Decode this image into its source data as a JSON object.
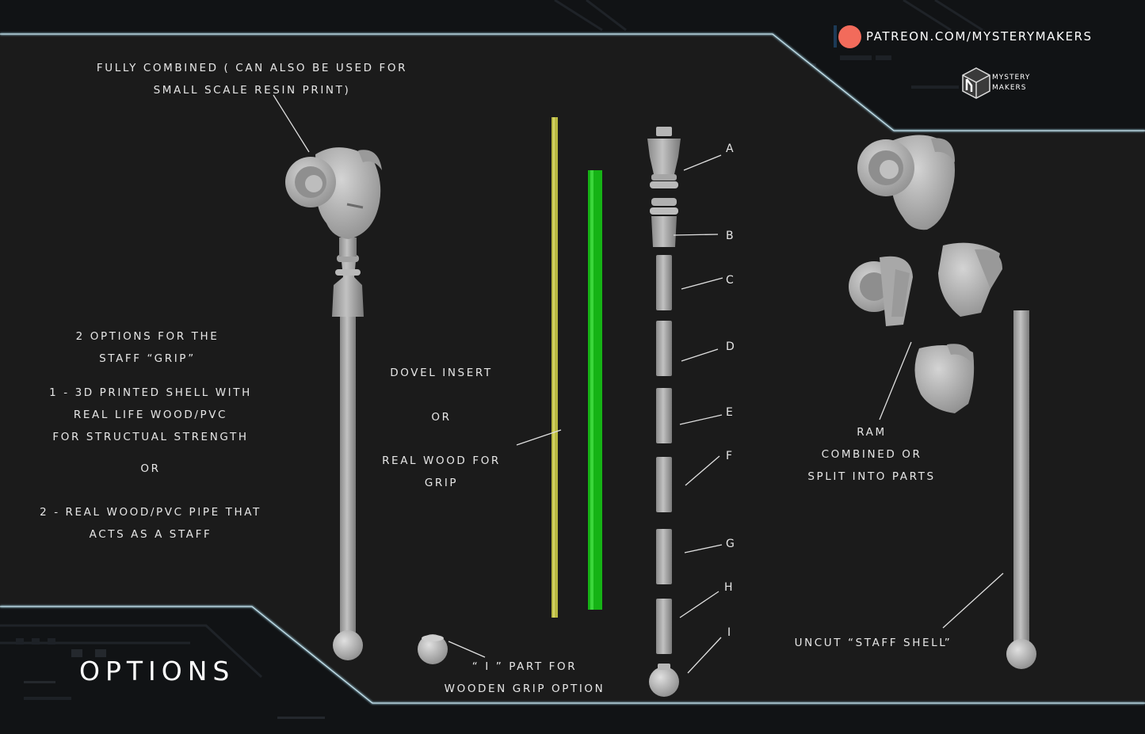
{
  "header": {
    "patreon_text": "PATREON.COM/MYSTERYMAKERS",
    "brand_line1": "MYSTERY",
    "brand_line2": "MAKERS"
  },
  "title": "OPTIONS",
  "labels": {
    "fully_combined_1": "fully combined ( can also be used for",
    "fully_combined_2": "small scale resin print)",
    "grip_options_1": "2 options for the",
    "grip_options_2": "staff “grip”",
    "option1_1": "1 - 3d printed shell with",
    "option1_2": "real life  wood/pvc",
    "option1_3": "for structual strength",
    "or_left": "or",
    "option2_1": "2 - real wood/pvc pipe that",
    "option2_2": "acts as a staff",
    "dovel_insert": "dovel insert",
    "or_middle": "or",
    "real_wood_1": "real wood for",
    "real_wood_2": "grip",
    "i_part_1": "“ i ” part for",
    "i_part_2": "wooden grip option",
    "ram_1": "ram",
    "ram_2": "combined or",
    "ram_3": "split into parts",
    "uncut_staff": "uncut “staff shell”"
  },
  "parts": [
    "A",
    "B",
    "C",
    "D",
    "E",
    "F",
    "G",
    "H",
    "I"
  ],
  "colors": {
    "background": "#1b1b1b",
    "frame_line": "#a8dcef",
    "model_gray": "#a9a9a9",
    "rod_yellow": "#b8b840",
    "rod_green": "#15b315",
    "patreon": "#f26b5b"
  }
}
